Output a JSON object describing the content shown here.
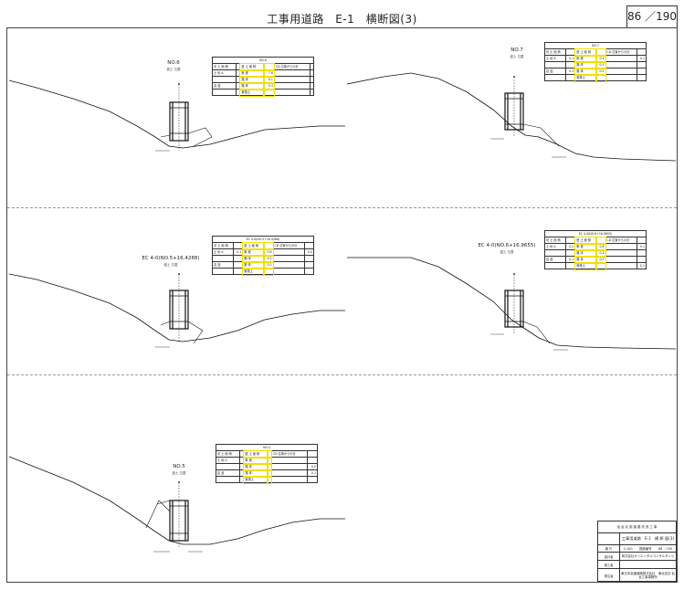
{
  "sheet": {
    "title": "工事用道路　E-1　横断図(3)",
    "page_label": "86 ／190"
  },
  "sections": [
    {
      "id": "s1",
      "label": "NO.6",
      "sub": "盛土 位置",
      "table_title": "NO.6",
      "rows": [
        [
          "切 土 面 積",
          "",
          "盛 土 面 積",
          "",
          "CD 位置からの計",
          ""
        ],
        [
          "土 砂 A",
          "",
          "築 堤",
          "7.8",
          "",
          ""
        ],
        [
          "",
          "",
          "路 床",
          "0.1",
          "",
          ""
        ],
        [
          "岩 盤",
          "",
          "路 体",
          "0.3",
          "",
          ""
        ],
        [
          "",
          "",
          "置換土",
          "",
          "",
          ""
        ]
      ]
    },
    {
      "id": "s2",
      "label": "NO.7",
      "sub": "盛土 位置",
      "table_title": "NO.7",
      "rows": [
        [
          "切 土 面 積",
          "",
          "盛 土 面 積",
          "",
          "CD 位置からの計",
          ""
        ],
        [
          "土 砂 A",
          "0.1",
          "築 堤",
          "0.4",
          "",
          "0.1"
        ],
        [
          "",
          "",
          "路 床",
          "0.1",
          "",
          ""
        ],
        [
          "岩 盤",
          "0.3",
          "路 体",
          "0.5",
          "",
          ""
        ],
        [
          "",
          "",
          "置換土",
          "",
          "",
          ""
        ]
      ]
    },
    {
      "id": "s3",
      "label": "EC 4-0(NO.5+16.4288)",
      "sub": "盛土 位置",
      "table_title": "EC 4-0(NO.5+16.4288)",
      "rows": [
        [
          "切 土 面 積",
          "",
          "盛 土 面 積",
          "",
          "CD 位置からの計",
          ""
        ],
        [
          "土 砂 A",
          "0.1",
          "築 堤",
          "0.6",
          "",
          "0.0"
        ],
        [
          "",
          "",
          "路 床",
          "0.2",
          "",
          ""
        ],
        [
          "岩 盤",
          "",
          "路 体",
          "0.2",
          "",
          ""
        ],
        [
          "",
          "",
          "置換土",
          "",
          "",
          ""
        ]
      ]
    },
    {
      "id": "s4",
      "label": "EC 4-0(NO.6+16.9655)",
      "sub": "盛土 位置",
      "table_title": "EC 4-0(NO.6+16.9655)",
      "rows": [
        [
          "切 土 面 積",
          "",
          "盛 土 面 積",
          "",
          "CD 位置からの計",
          ""
        ],
        [
          "土 砂 A",
          "0.2",
          "築 堤",
          "0.6",
          "",
          "0.1"
        ],
        [
          "",
          "",
          "路 床",
          "0.2",
          "",
          ""
        ],
        [
          "岩 盤",
          "0.1",
          "路 体",
          "0.3",
          "",
          ""
        ],
        [
          "",
          "",
          "置換土",
          "",
          "",
          "0.1"
        ]
      ]
    },
    {
      "id": "s5",
      "label": "NO.5",
      "sub": "盛土 位置",
      "table_title": "NO.5",
      "rows": [
        [
          "切 土 面 積",
          "",
          "盛 土 面 積",
          "",
          "CD 位置からの計",
          ""
        ],
        [
          "土 砂 A",
          "",
          "築 堤",
          "",
          "",
          ""
        ],
        [
          "",
          "",
          "路 床",
          "",
          "",
          "0.0"
        ],
        [
          "岩 盤",
          "",
          "路 体",
          "",
          "",
          "0.1"
        ],
        [
          "",
          "",
          "置換土",
          "",
          "",
          ""
        ]
      ]
    }
  ],
  "title_block": {
    "header": "仙 台 北 部 道 路 改 良 工 事",
    "drawing_name": "工事用道路　E-1　横 断 図(3)",
    "scale_label": "縮 尺",
    "scale": "1:100",
    "number_label": "図面番号",
    "number": "86 ／190",
    "rows": [
      {
        "label": "設計者",
        "value": "株式会社オリエンタルコンサルタンツ"
      },
      {
        "label": "施工者",
        "value": ""
      },
      {
        "label": "発注者",
        "value": "東日本高速道路株式会社　東北支社 仙台工事事務所"
      }
    ]
  }
}
